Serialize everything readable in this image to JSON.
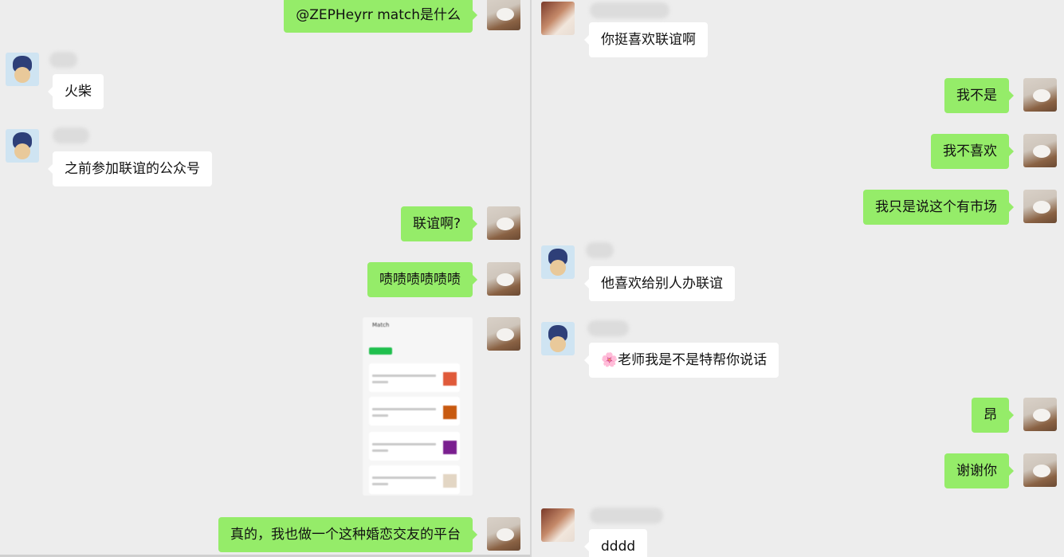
{
  "left_panel": {
    "messages": [
      {
        "side": "self",
        "text": "@ZEPHeyrr match是什么"
      },
      {
        "side": "other",
        "text": "火柴"
      },
      {
        "side": "other",
        "text": "之前参加联谊的公众号"
      },
      {
        "side": "self",
        "text": "联谊啊?"
      },
      {
        "side": "self",
        "text": "啧啧啧啧啧啧"
      },
      {
        "side": "self",
        "type": "image",
        "image_title": "Match"
      },
      {
        "side": "self",
        "text": "真的，我也做一个这种婚恋交友的平台"
      }
    ]
  },
  "right_panel": {
    "messages": [
      {
        "side": "other",
        "text": "你挺喜欢联谊啊"
      },
      {
        "side": "self",
        "text": "我不是"
      },
      {
        "side": "self",
        "text": "我不喜欢"
      },
      {
        "side": "self",
        "text": "我只是说这个有市场"
      },
      {
        "side": "other",
        "text": "他喜欢给别人办联谊"
      },
      {
        "side": "other",
        "text": "🌸老师我是不是特帮你说话"
      },
      {
        "side": "self",
        "text": "昂"
      },
      {
        "side": "self",
        "text": "谢谢你"
      },
      {
        "side": "other",
        "text": "dddd"
      }
    ]
  },
  "colors": {
    "self_bubble": "#95ec69",
    "other_bubble": "#ffffff",
    "background": "#ededed"
  }
}
